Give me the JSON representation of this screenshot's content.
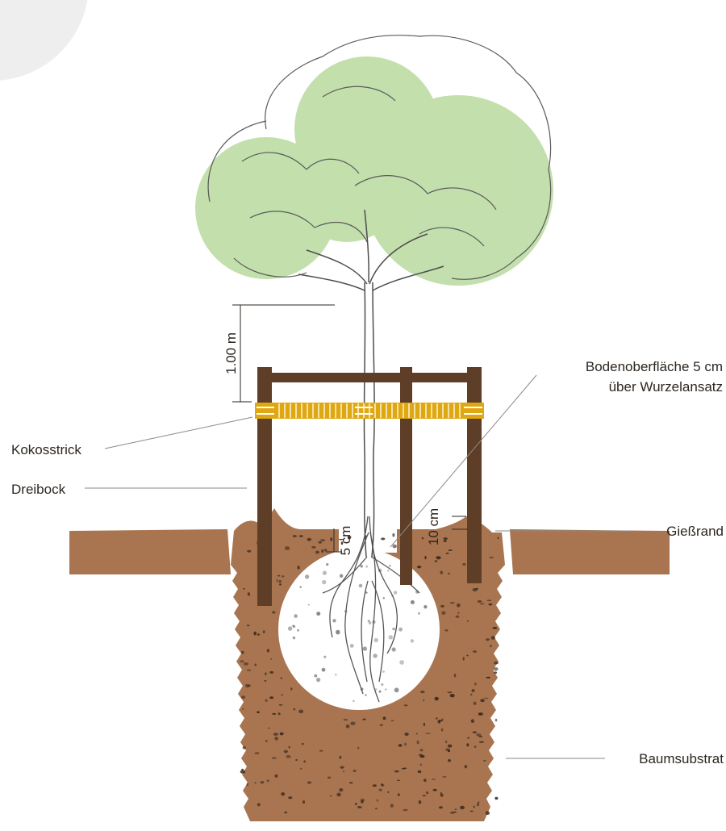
{
  "labels": {
    "kokosstrick": "Kokosstrick",
    "dreibock": "Dreibock",
    "giessrand": "Gießrand",
    "baumsubstrat": "Baumsubstrat",
    "bodenoberflaeche_line1": "Bodenoberfläche 5 cm",
    "bodenoberflaeche_line2": "über Wurzelansatz"
  },
  "dimensions": {
    "stake_height": "1.00 m",
    "root_depth": "5 cm",
    "rim_height": "10 cm"
  },
  "colors": {
    "soil": "#a87550",
    "stake": "#5e3e27",
    "canopy": "#b6d89b",
    "rope": "#e0a810",
    "backdrop": "#eeeeee"
  }
}
